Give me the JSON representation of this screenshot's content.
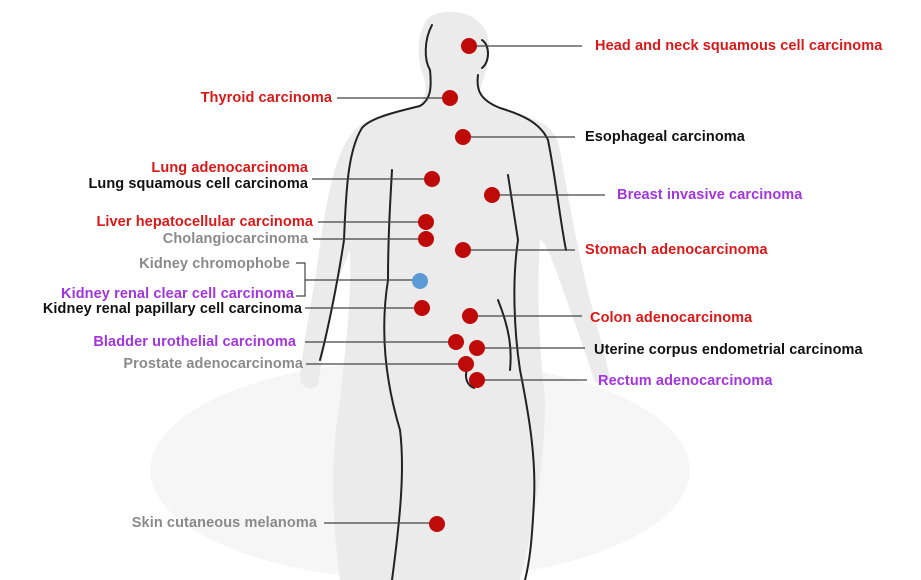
{
  "colors": {
    "red": "#dc1717",
    "black": "#111111",
    "gray": "#8a8a8a",
    "purple": "#a335e0",
    "dot_red": "#bf0a0a",
    "dot_blue": "#5b9bd5",
    "body_fill": "#ebebeb",
    "body_outline": "#222222"
  },
  "labels": {
    "head_neck": "Head and neck squamous cell carcinoma",
    "thyroid": "Thyroid carcinoma",
    "esophageal": "Esophageal carcinoma",
    "lung_adeno": "Lung adenocarcinoma",
    "lung_squamous": "Lung squamous cell carcinoma",
    "breast": "Breast invasive carcinoma",
    "liver": "Liver hepatocellular carcinoma",
    "cholangio": "Cholangiocarcinoma",
    "stomach": "Stomach adenocarcinoma",
    "kidney_chromophobe": "Kidney chromophobe",
    "kidney_clear": "Kidney renal clear cell carcinoma",
    "kidney_papillary": "Kidney renal papillary cell carcinoma",
    "colon": "Colon adenocarcinoma",
    "bladder": "Bladder urothelial carcinoma",
    "uterine": "Uterine corpus endometrial carcinoma",
    "prostate": "Prostate adenocarcinoma",
    "rectum": "Rectum adenocarcinoma",
    "skin": "Skin cutaneous melanoma"
  },
  "label_colors": {
    "head_neck": "red",
    "thyroid": "red",
    "esophageal": "black",
    "lung_adeno": "red",
    "lung_squamous": "black",
    "breast": "purple",
    "liver": "red",
    "cholangio": "gray",
    "stomach": "red",
    "kidney_chromophobe": "gray",
    "kidney_clear": "purple",
    "kidney_papillary": "black",
    "colon": "red",
    "bladder": "purple",
    "uterine": "black",
    "prostate": "gray",
    "rectum": "purple",
    "skin": "gray"
  }
}
